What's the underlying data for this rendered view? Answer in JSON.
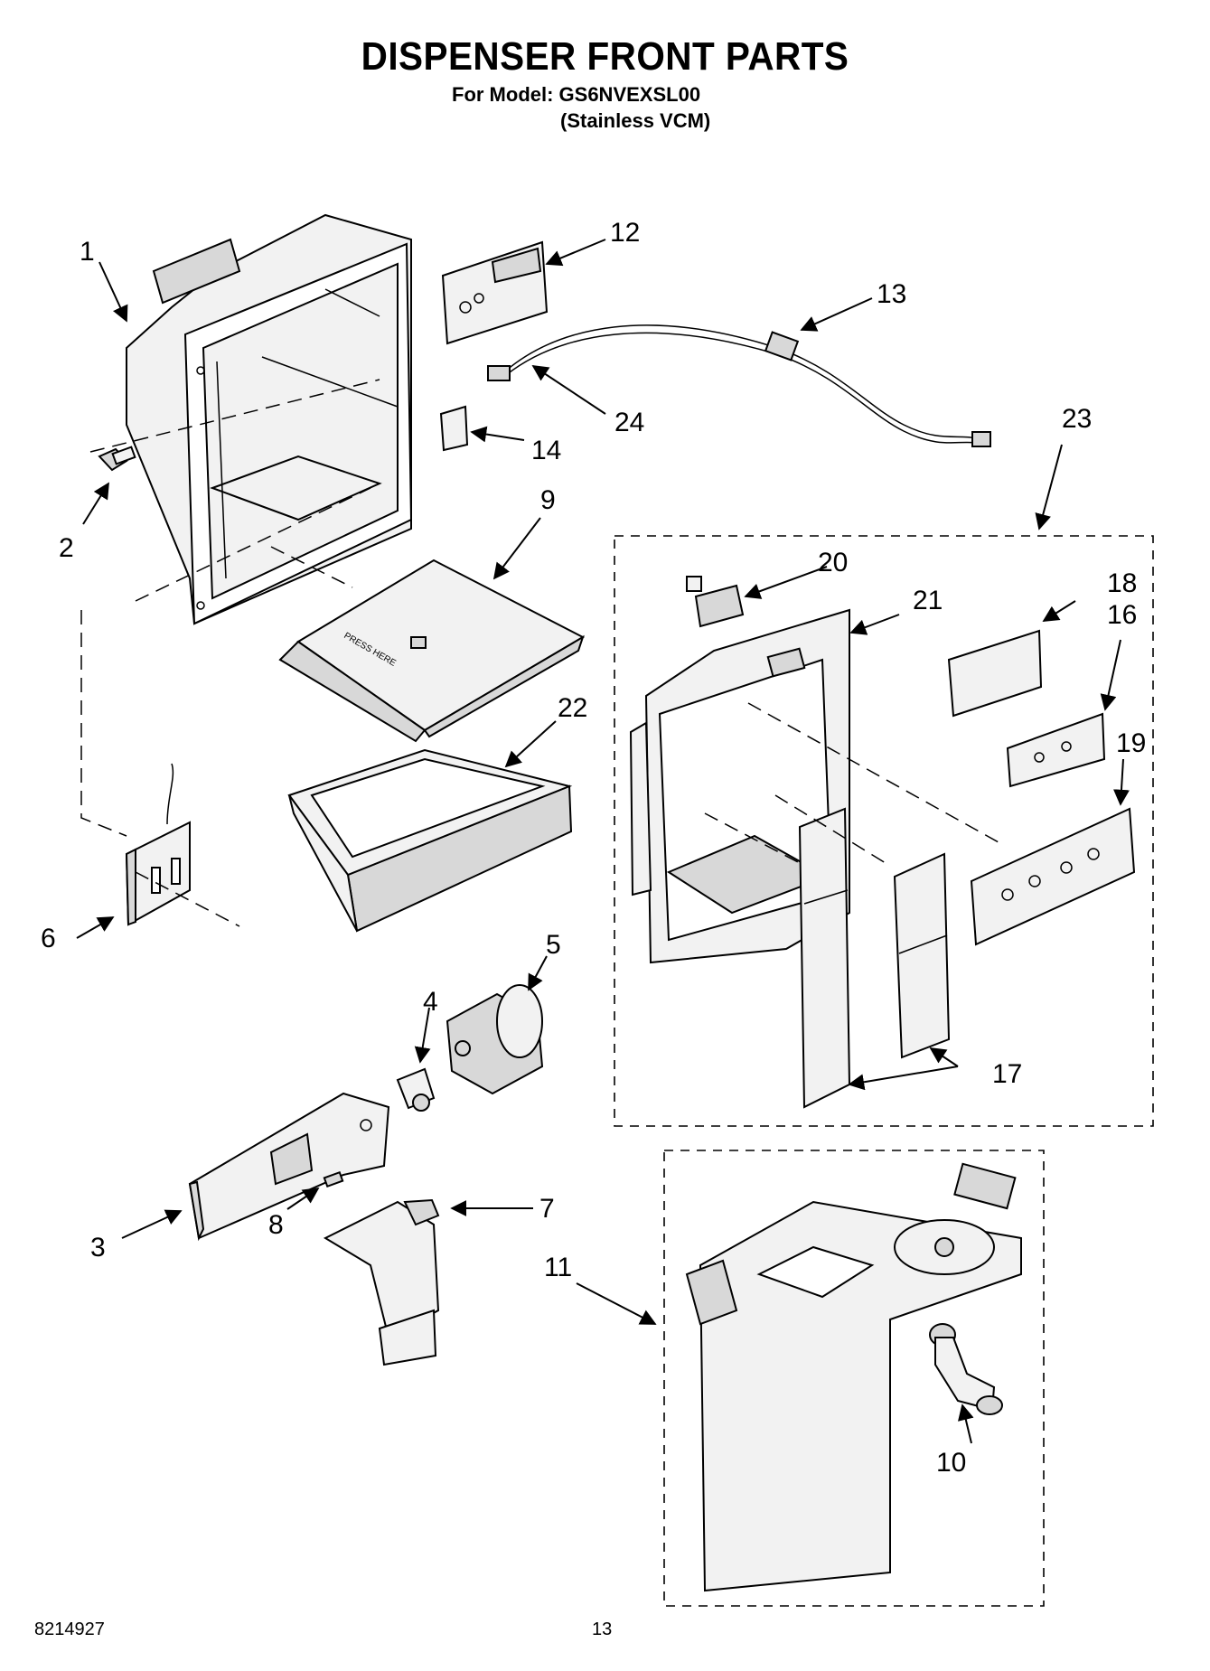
{
  "header": {
    "title": "DISPENSER FRONT PARTS",
    "model": "For Model: GS6NVEXSL00",
    "variant": "(Stainless VCM)"
  },
  "footer": {
    "document_number": "8214927",
    "page_number": "13"
  },
  "diagram": {
    "embossed_text": "PRESS HERE",
    "callouts": {
      "p1": "1",
      "p2": "2",
      "p3": "3",
      "p4": "4",
      "p5": "5",
      "p6": "6",
      "p7": "7",
      "p8": "8",
      "p9": "9",
      "p10": "10",
      "p11": "11",
      "p12": "12",
      "p13": "13",
      "p14": "14",
      "p16": "16",
      "p17": "17",
      "p18": "18",
      "p19": "19",
      "p20": "20",
      "p21": "21",
      "p22": "22",
      "p23": "23",
      "p24": "24"
    }
  }
}
